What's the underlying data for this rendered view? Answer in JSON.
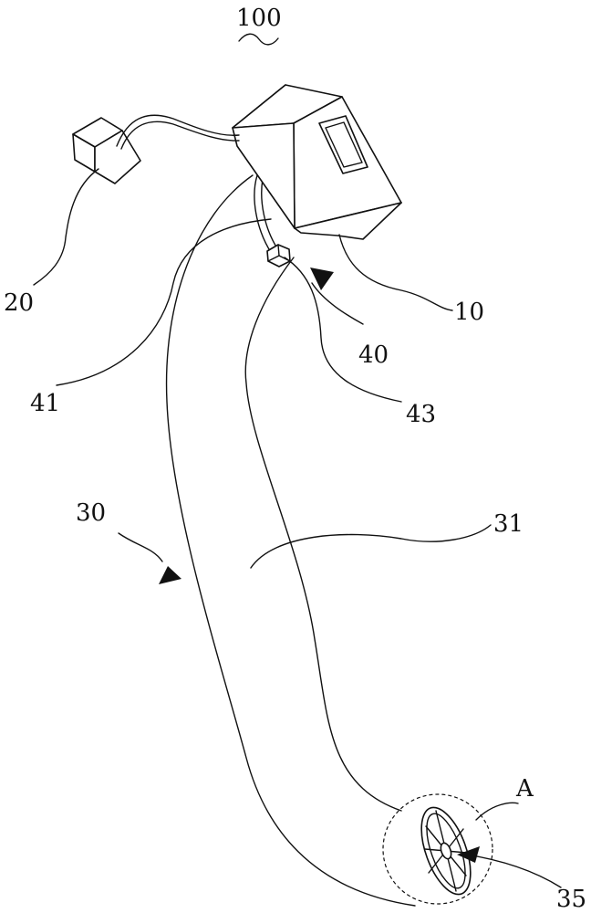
{
  "labels": {
    "assembly": "100",
    "box": "10",
    "controller": "20",
    "duct": "30",
    "duct_body": "31",
    "fan": "35",
    "mount": "40",
    "bracket": "41",
    "sensor": "43",
    "detail": "A"
  }
}
